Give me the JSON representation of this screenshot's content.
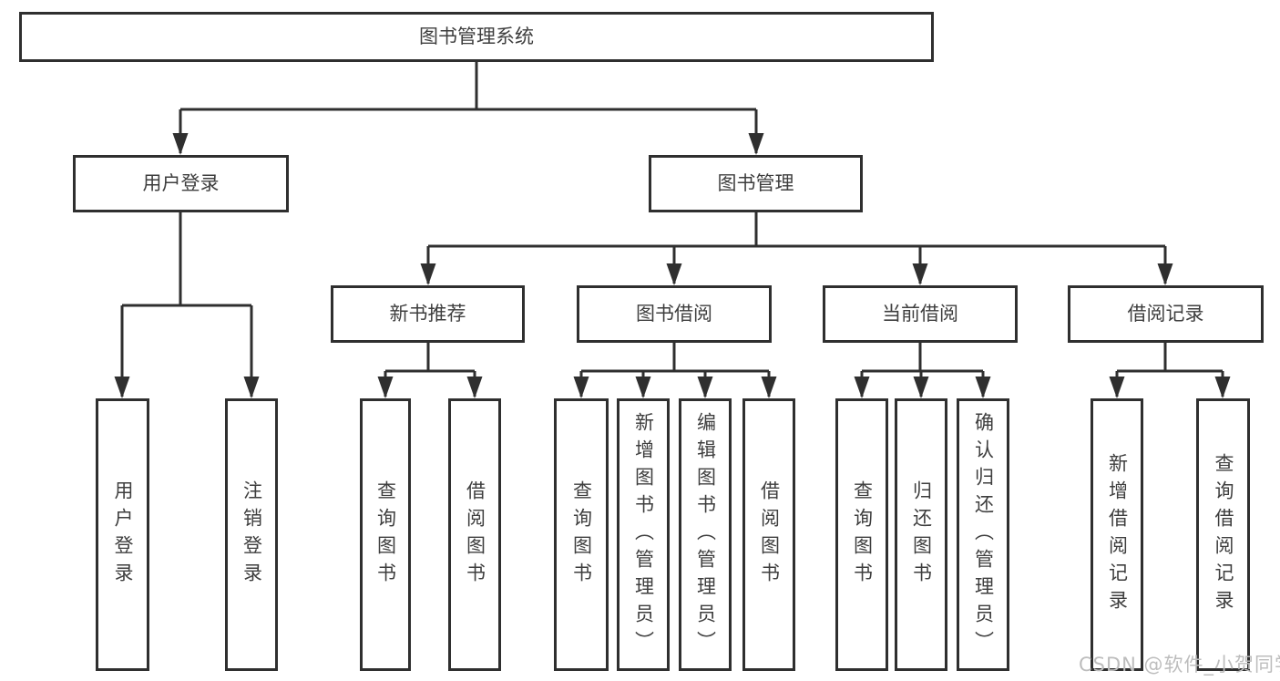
{
  "diagram": {
    "root": {
      "label": "图书管理系统"
    },
    "branches": [
      {
        "label": "用户登录",
        "leaves": [
          {
            "label": "用户登录"
          },
          {
            "label": "注销登录"
          }
        ]
      },
      {
        "label": "图书管理",
        "sections": [
          {
            "label": "新书推荐",
            "leaves": [
              {
                "label": "查询图书"
              },
              {
                "label": "借阅图书"
              }
            ]
          },
          {
            "label": "图书借阅",
            "leaves": [
              {
                "label": "查询图书"
              },
              {
                "label": "新增图书（管理员）"
              },
              {
                "label": "编辑图书（管理员）"
              },
              {
                "label": "借阅图书"
              }
            ]
          },
          {
            "label": "当前借阅",
            "leaves": [
              {
                "label": "查询图书"
              },
              {
                "label": "归还图书"
              },
              {
                "label": "确认归还（管理员）"
              }
            ]
          },
          {
            "label": "借阅记录",
            "leaves": [
              {
                "label": "新增借阅记录"
              },
              {
                "label": "查询借阅记录"
              }
            ]
          }
        ]
      }
    ]
  },
  "watermark": {
    "text": "CSDN @软件_小贺同学"
  },
  "colors": {
    "line": "#2f2f2f",
    "box_border": "#2f2f2f",
    "text": "#3e3e3e",
    "watermark": "#bdbdbd",
    "background": "#ffffff"
  }
}
